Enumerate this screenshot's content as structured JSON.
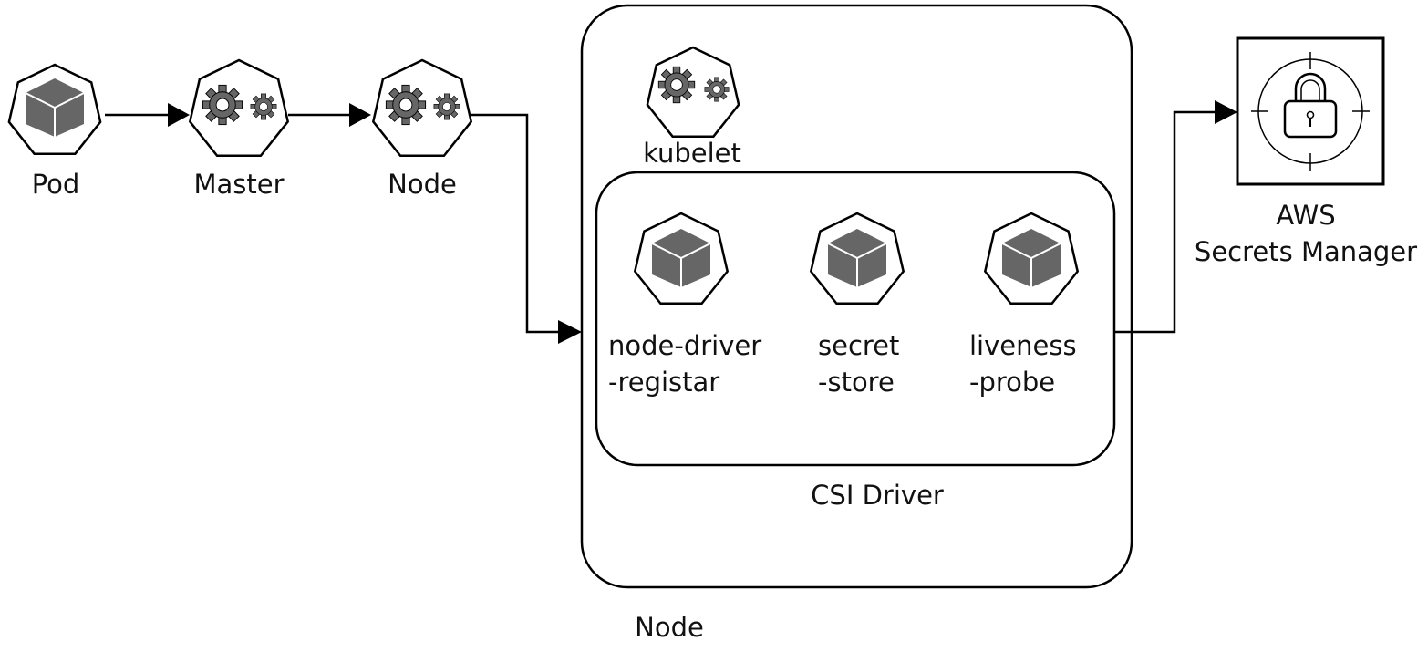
{
  "colors": {
    "stroke": "#000000",
    "icon_fill": "#666666",
    "background": "#ffffff"
  },
  "nodes": {
    "pod": {
      "label": "Pod",
      "icon": "cube-icon"
    },
    "master": {
      "label": "Master",
      "icon": "gears-icon"
    },
    "node_small": {
      "label": "Node",
      "icon": "gears-icon"
    },
    "kubelet": {
      "label": "kubelet",
      "icon": "gears-icon"
    },
    "node_driver_registrar": {
      "line1": "node-driver",
      "line2": "-registar",
      "icon": "cube-icon"
    },
    "secret_store": {
      "line1": "secret",
      "line2": "-store",
      "icon": "cube-icon"
    },
    "liveness_probe": {
      "line1": "liveness",
      "line2": "-probe",
      "icon": "cube-icon"
    },
    "aws_secrets_manager": {
      "line1": "AWS",
      "line2": "Secrets Manager",
      "icon": "padlock-target-icon"
    }
  },
  "groups": {
    "node_container": {
      "label": "Node"
    },
    "csi_driver": {
      "label": "CSI Driver"
    }
  }
}
